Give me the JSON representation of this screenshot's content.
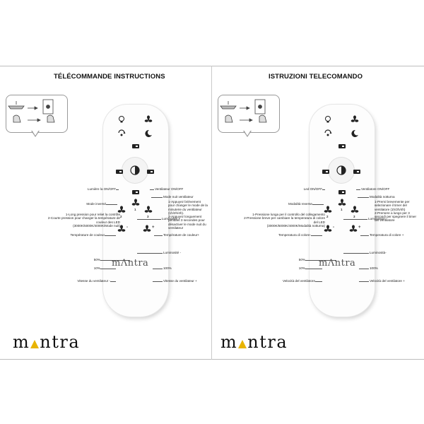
{
  "brand": {
    "before": "m",
    "after": "ntra",
    "accent_color": "#e8b400"
  },
  "left": {
    "title": "TÉLÉCOMMANDE INSTRUCTIONS",
    "labels": {
      "light_onoff": "Lumière la ON/OFF",
      "fan_onoff": "Ventilateur ON/OFF",
      "mode_inverse": "Mode inversé",
      "night_mode": "Mode nuit ventilateur",
      "night_desc": "1-Appuyez brièvement pour changer le mode de la minuterie du ventilateur (1h/2h/4h).\n2-Appuyez longuement pendant 3 secondes pour désactiver le mode nuit du ventilateur",
      "long_press": "1-Long pression pour reliet la contrôle\n2-Courte pression pour changer la température de couleur des LED\n(3000K/5000K/4000K/Mode nuit)",
      "brightness_plus": "Luminosité +",
      "color_temp_left": "Température de couleur",
      "color_temp_right": "Température de couleur+",
      "brightness_minus": "Luminosité -",
      "pct50": "50%",
      "pct10": "10%",
      "pct100": "100%",
      "fan_speed_minus": "Vitesse du ventilateur -",
      "fan_speed_plus": "Vitesse du ventilateur +"
    }
  },
  "right": {
    "title": "ISTRUZIONI TELECOMANDO",
    "labels": {
      "light_onoff": "Led ON/OFF",
      "fan_onoff": "Ventilatore ON/OFF",
      "mode_inverse": "Modalità reverse",
      "night_mode": "Modalità notturna",
      "night_desc": "1-Premi brevemente per selezionare il timer del ventilatore (1h/2h/4h)\n2-Premere a lungo per 3 secondi per spegnere il timer del ventilatore",
      "long_press": "1-Pressione lunga per il controllo del collegamento\n2-Pressione breve per cambiare la temperatura di colore del LED\n(3000K/5000K/4000K/Modalità notturna)",
      "brightness_plus": "Luminosità+",
      "color_temp_left": "Temperatura di colore-",
      "color_temp_right": "Temperatura di colore +",
      "brightness_minus": "Luminosità-",
      "pct50": "50%",
      "pct10": "10%",
      "pct100": "100%",
      "fan_speed_minus": "Velocità del ventilatore",
      "fan_speed_plus": "Velocità del ventilatore +"
    }
  },
  "remote": {
    "logo_before": "m",
    "logo_after": "ntra",
    "btn_num_1": "1",
    "btn_num_2": "2",
    "btn_num_3": "3",
    "minus": "-",
    "plus": "+"
  }
}
